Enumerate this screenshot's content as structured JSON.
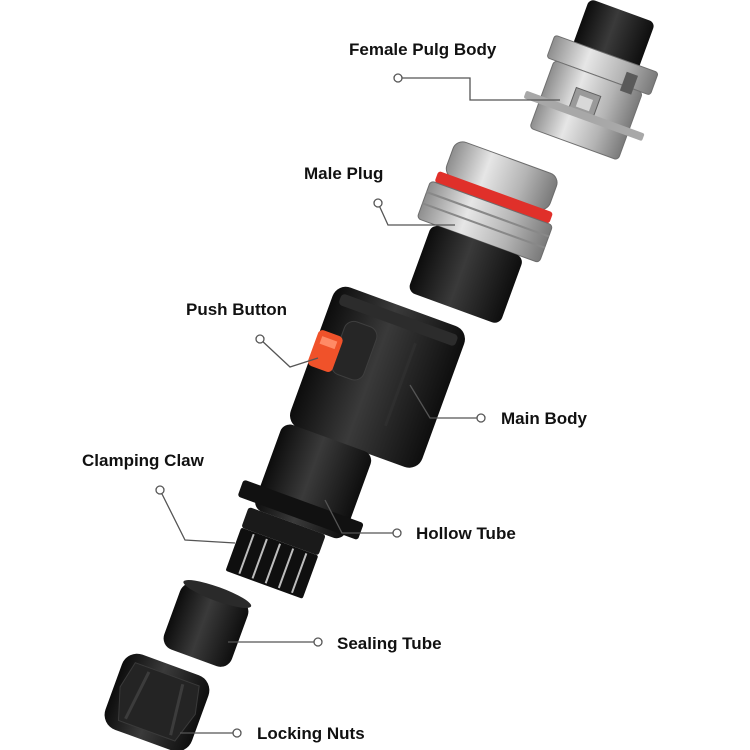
{
  "diagram": {
    "parts": [
      {
        "id": "female-plug-body",
        "label": "Female Pulg Body"
      },
      {
        "id": "male-plug",
        "label": "Male Plug"
      },
      {
        "id": "push-button",
        "label": "Push Button"
      },
      {
        "id": "main-body",
        "label": "Main Body"
      },
      {
        "id": "clamping-claw",
        "label": "Clamping Claw"
      },
      {
        "id": "hollow-tube",
        "label": "Hollow Tube"
      },
      {
        "id": "sealing-tube",
        "label": "Sealing Tube"
      },
      {
        "id": "locking-nuts",
        "label": "Locking Nuts"
      }
    ],
    "colors": {
      "black_part": "#141414",
      "steel": "#c4c4c4",
      "steel_dark": "#8a8a8a",
      "accent_red": "#e0302a",
      "button_orange": "#f0522a",
      "leader_line": "#555555"
    }
  }
}
